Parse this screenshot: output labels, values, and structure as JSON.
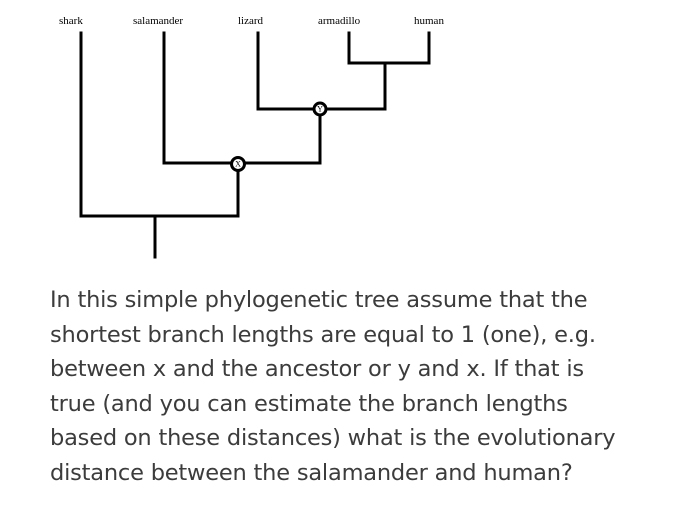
{
  "tree": {
    "taxa": [
      "shark",
      "salamander",
      "lizard",
      "armadillo",
      "human"
    ],
    "nodes": {
      "x": "X",
      "y": "Y"
    }
  },
  "question": {
    "lines": [
      "In this simple phylogenetic tree assume that the",
      "shortest branch lengths are equal to 1 (one), e.g.",
      "between x and the ancestor or y and x. If that is",
      "true (and you can estimate the branch lengths",
      "based on these distances) what is the evolutionary",
      "distance between the salamander and human?"
    ]
  }
}
